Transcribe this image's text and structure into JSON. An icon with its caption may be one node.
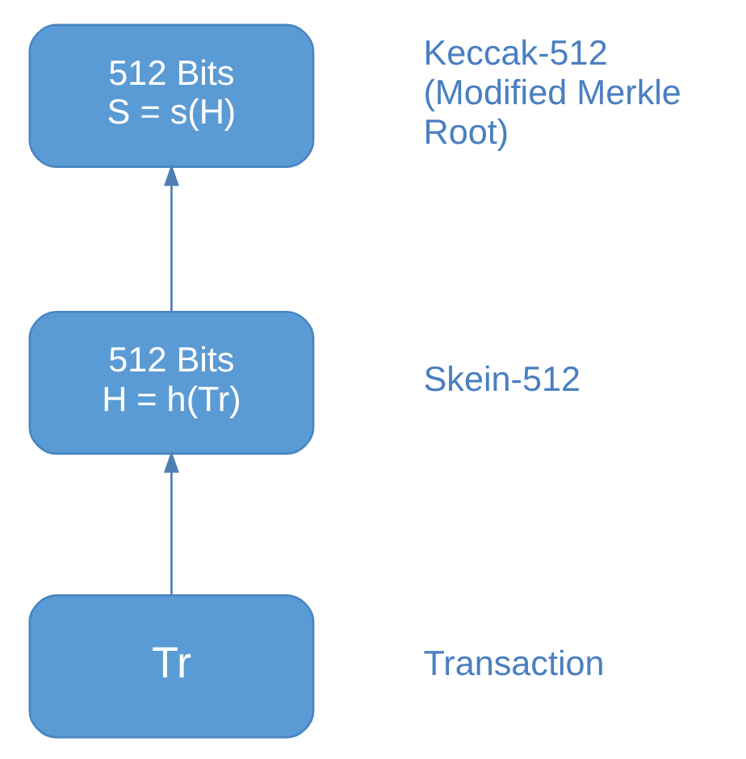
{
  "diagram": {
    "nodes": [
      {
        "text": [
          "512 Bits",
          "S = s(H)"
        ],
        "beside": [
          "Keccak-512 (Modified Merkle Root)"
        ]
      },
      {
        "text": [
          "512 Bits",
          "H = h(Tr)"
        ],
        "beside": [
          "Skein-512"
        ]
      },
      {
        "text": [
          "Tr"
        ],
        "beside": [
          "Transaction"
        ]
      }
    ],
    "edges": [
      {
        "from": 2,
        "to": 1,
        "arrow": "to"
      },
      {
        "from": 1,
        "to": 0,
        "arrow": "to"
      }
    ]
  }
}
